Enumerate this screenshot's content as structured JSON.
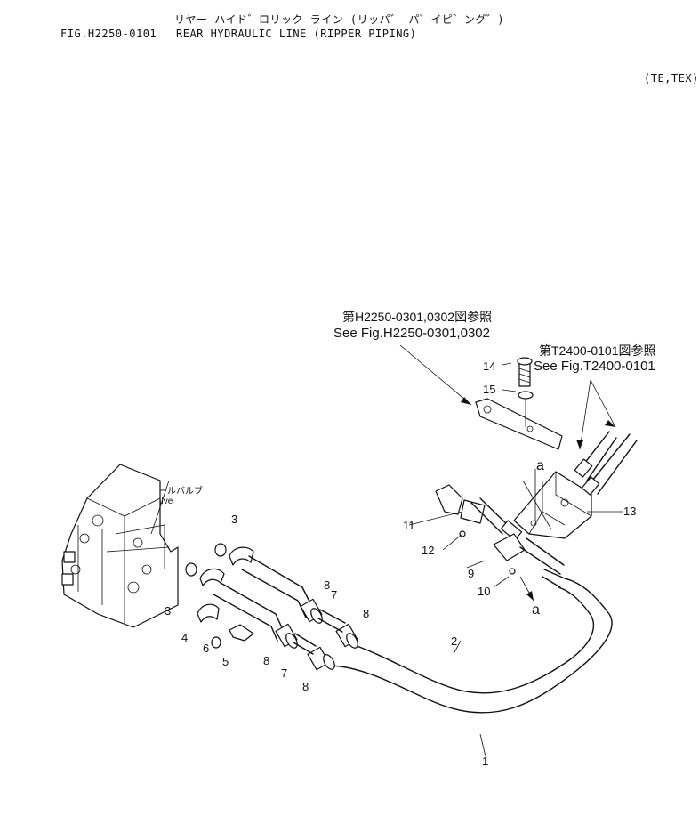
{
  "header": {
    "title_jp": "リヤー ハイド゛ロリック ライン (リッパ゛ パ゛イピ゛ング゛)",
    "fig_no": "FIG.H2250-0101",
    "title_en": "REAR HYDRAULIC LINE (RIPPER PIPING)",
    "models": "(TE,TEX)"
  },
  "references": {
    "ref_h2250_jp": "第H2250-0301,0302図参照",
    "ref_h2250_en": "See Fig.H2250-0301,0302",
    "ref_t2400_jp": "第T2400-0101図参照",
    "ref_t2400_en": "See Fig.T2400-0101",
    "control_valve_jp": "コントロールバルブ",
    "control_valve_en": "Control Valve"
  },
  "callouts": [
    "1",
    "2",
    "3",
    "3",
    "4",
    "5",
    "6",
    "7",
    "7",
    "8",
    "8",
    "8",
    "8",
    "9",
    "10",
    "11",
    "12",
    "13",
    "14",
    "15",
    "a",
    "a"
  ]
}
